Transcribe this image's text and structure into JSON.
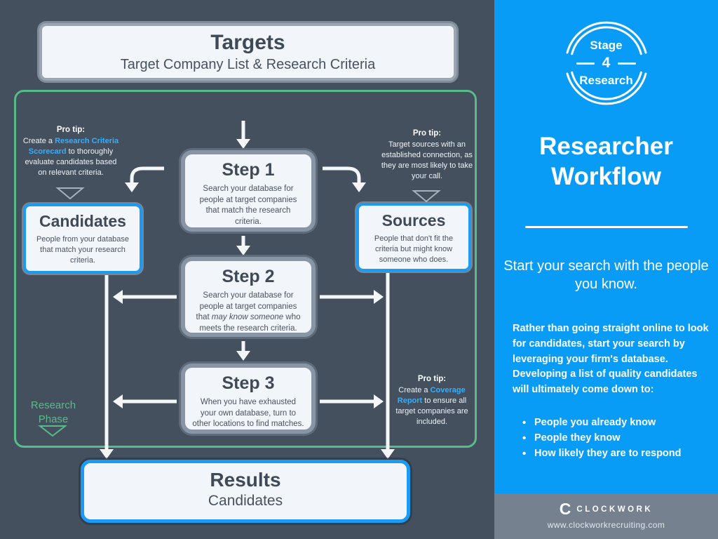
{
  "targets": {
    "title": "Targets",
    "subtitle": "Target Company List & Research Criteria"
  },
  "steps": [
    {
      "title": "Step 1",
      "text": "Search your database for people at target companies that match the research criteria."
    },
    {
      "title": "Step 2",
      "text_pre": "Search your database for people at target companies that ",
      "text_italic": "may know someone",
      "text_post": " who meets the research criteria."
    },
    {
      "title": "Step 3",
      "text": "When you have exhausted your own database, turn to other locations to find matches."
    }
  ],
  "candidates_box": {
    "title": "Candidates",
    "text": "People from your database that match your research criteria."
  },
  "sources_box": {
    "title": "Sources",
    "text": "People that don't fit the criteria but might know someone who does."
  },
  "pro_tips": {
    "left": {
      "label": "Pro tip:",
      "pre": "Create a ",
      "link": "Research Criteria Scorecard",
      "post": " to thoroughly evaluate candidates based on relevant criteria."
    },
    "right": {
      "label": "Pro tip:",
      "text": "Target sources with an established connection, as they are most likely to take your call."
    },
    "bottom": {
      "label": "Pro tip:",
      "pre": "Create a ",
      "link": "Coverage Report",
      "post": " to ensure all target companies are included."
    }
  },
  "research_phase": {
    "line1": "Research",
    "line2": "Phase"
  },
  "results": {
    "title": "Results",
    "subtitle": "Candidates"
  },
  "sidebar": {
    "badge": {
      "top": "Stage",
      "number": "4",
      "bottom": "Research"
    },
    "title_line1": "Researcher",
    "title_line2": "Workflow",
    "tagline": "Start your search with the people you know.",
    "body": "Rather than going straight online to look for candidates, start your search by leveraging your firm's database. Developing a list of quality candidates will ultimately come down to:",
    "bullets": [
      "People you already know",
      "People they know",
      "How likely they are to respond"
    ]
  },
  "footer": {
    "brand_letter": "C",
    "brand_name": "CLOCKWORK",
    "url": "www.clockworkrecruiting.com"
  },
  "colors": {
    "background_slate": "#44505d",
    "sidebar_blue": "#099cf6",
    "accent_blue_border": "#1b9bf3",
    "link_blue": "#37aefc",
    "phase_green": "#57bb8a",
    "footer_gray": "#76818f",
    "box_fill": "#f2f5f9",
    "heading_slate": "#3e4a57"
  }
}
